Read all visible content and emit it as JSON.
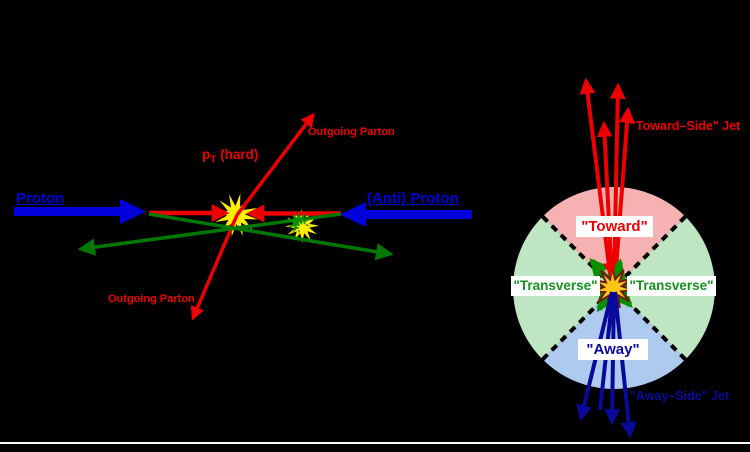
{
  "canvas": {
    "background": "#000000",
    "bottom_rule_color": "#ffffff"
  },
  "left_diagram": {
    "proton_label": "Proton",
    "antiproton_label": "(Anti) Proton",
    "pt_hard": {
      "base": "p",
      "sub": "T",
      "rest": " (hard)"
    },
    "outgoing_parton_top": "Outgoing Parton",
    "outgoing_parton_bottom": "Outgoing Parton",
    "colors": {
      "beam_blue": "#0000dd",
      "hard_red": "#ee0000",
      "remnant_green": "#007700",
      "flash_yellow": "#ffee00"
    }
  },
  "right_diagram": {
    "toward_jet_label": "\"Toward–Side\" Jet",
    "away_jet_label": "\"Away–Side\" Jet",
    "toward": {
      "label": "\"Toward\"",
      "fill": "#f6b2b2",
      "text_color": "#ee0000"
    },
    "transverse_left": {
      "label": "\"Transverse\"",
      "fill": "#bfe6c3",
      "text_color": "#15921f"
    },
    "transverse_right": {
      "label": "\"Transverse\"",
      "fill": "#bfe6c3",
      "text_color": "#15921f"
    },
    "away": {
      "label": "\"Away\"",
      "fill": "#aecaee",
      "text_color": "#0a0a9a"
    },
    "colors": {
      "jet_red": "#ee0000",
      "jet_blue": "#0a0a9a",
      "underlying_green": "#089000",
      "flash_gold": "#fcc616"
    }
  }
}
